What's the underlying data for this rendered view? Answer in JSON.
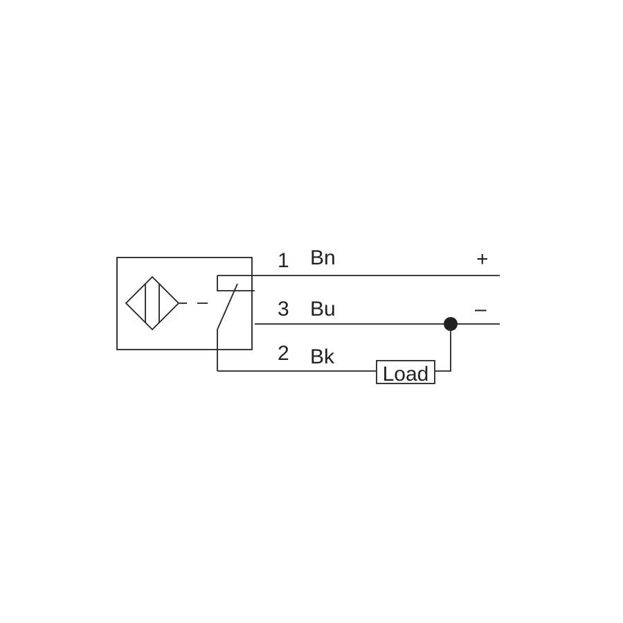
{
  "lines": [
    {
      "pin": "1",
      "color_code": "Bn",
      "polarity": "+"
    },
    {
      "pin": "3",
      "color_code": "Bu",
      "polarity": "–"
    },
    {
      "pin": "2",
      "color_code": "Bk"
    }
  ],
  "load_label": "Load",
  "stroke_color": "#222222"
}
